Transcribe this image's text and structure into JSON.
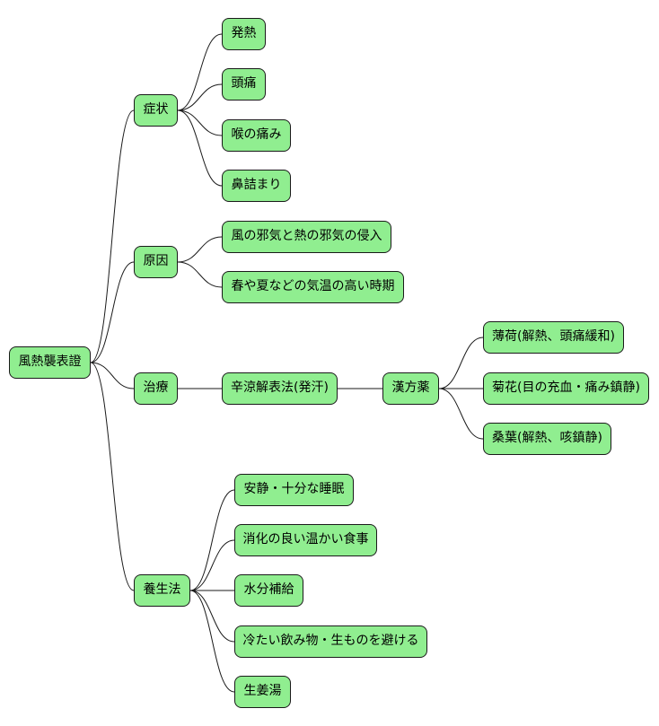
{
  "mindmap": {
    "root": "風熱襲表證",
    "branches": {
      "symptoms": {
        "label": "症状",
        "items": [
          "発熱",
          "頭痛",
          "喉の痛み",
          "鼻詰まり"
        ]
      },
      "cause": {
        "label": "原因",
        "items": [
          "風の邪気と熱の邪気の侵入",
          "春や夏などの気温の高い時期"
        ]
      },
      "treatment": {
        "label": "治療",
        "method": "辛涼解表法(発汗)",
        "herbs_group": "漢方薬",
        "herbs": [
          "薄荷(解熱、頭痛緩和)",
          "菊花(目の充血・痛み鎮静)",
          "桑葉(解熱、咳鎮静)"
        ]
      },
      "self_care": {
        "label": "養生法",
        "items": [
          "安静・十分な睡眠",
          "消化の良い温かい食事",
          "水分補給",
          "冷たい飲み物・生ものを避ける",
          "生姜湯"
        ]
      }
    }
  },
  "colors": {
    "node_fill": "#90ee90",
    "node_border": "#1a1a1a",
    "edge": "#1a1a1a"
  }
}
